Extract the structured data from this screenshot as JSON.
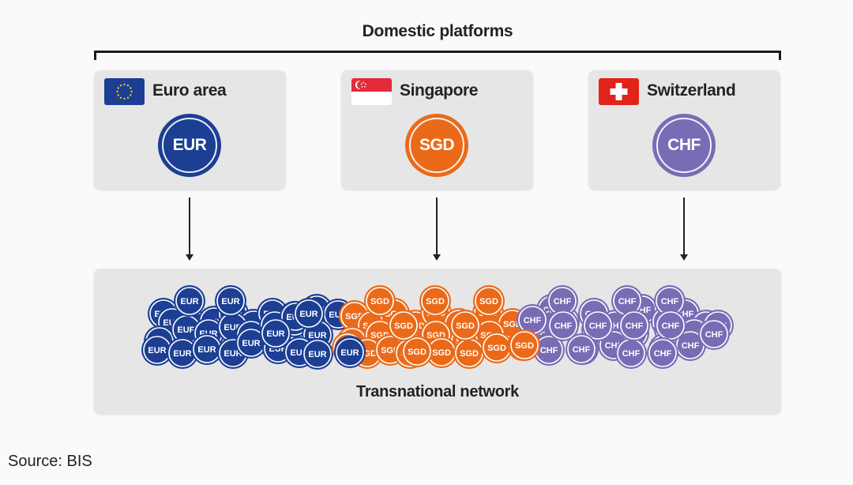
{
  "heading": "Domestic platforms",
  "platforms": [
    {
      "label": "Euro area",
      "currency": "EUR",
      "flag": "eu-flag-icon",
      "color": "#1c3f94"
    },
    {
      "label": "Singapore",
      "currency": "SGD",
      "flag": "singapore-flag-icon",
      "color": "#ea6a1a"
    },
    {
      "label": "Switzerland",
      "currency": "CHF",
      "flag": "switzerland-flag-icon",
      "color": "#7a6bb5"
    }
  ],
  "network": {
    "label": "Transnational network",
    "clusters": [
      {
        "currency": "EUR",
        "color": "#1c3f94"
      },
      {
        "currency": "SGD",
        "color": "#ea6a1a"
      },
      {
        "currency": "CHF",
        "color": "#7a6bb5"
      }
    ]
  },
  "flag_colors": {
    "eu_blue": "#1c3f94",
    "eu_star": "#f6c700",
    "sg_red": "#e52a39",
    "ch_red": "#e2231a"
  },
  "source": "Source: BIS"
}
